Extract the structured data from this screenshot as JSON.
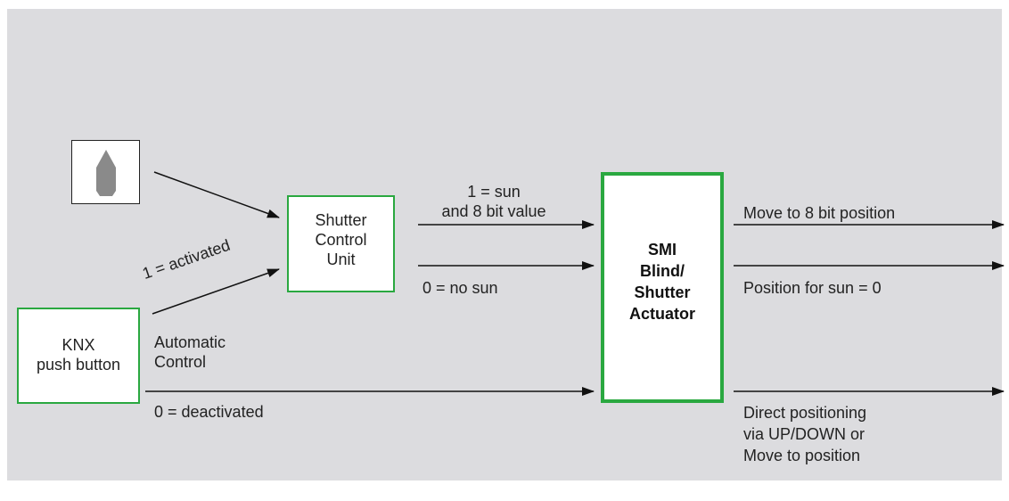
{
  "colors": {
    "background": "#dcdcdf",
    "box_border": "#2aa840",
    "arrow": "#111111",
    "sensor_fill": "#8a8a8a"
  },
  "sensor": {
    "icon": "sun-sensor-icon"
  },
  "knx_button": {
    "line1": "KNX",
    "line2": "push button"
  },
  "shutter_unit": {
    "line1": "Shutter",
    "line2": "Control",
    "line3": "Unit"
  },
  "actuator": {
    "line1": "SMI",
    "line2": "Blind/",
    "line3": "Shutter",
    "line4": "Actuator"
  },
  "labels": {
    "activated": "1 = activated",
    "automatic_line1": "Automatic",
    "automatic_line2": "Control",
    "deactivated": "0 = deactivated",
    "sun_line1": "1 = sun",
    "sun_line2": "and 8 bit value",
    "no_sun": "0 = no sun",
    "move_8bit": "Move to 8 bit position",
    "position_sun0": "Position for sun = 0",
    "direct_line1": "Direct positioning",
    "direct_line2": "via UP/DOWN or",
    "direct_line3": "Move to position"
  }
}
